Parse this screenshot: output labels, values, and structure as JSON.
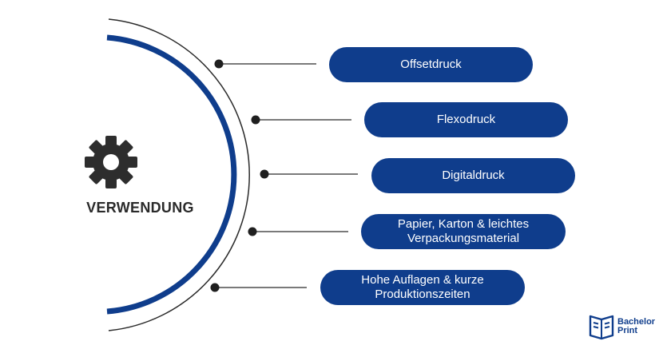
{
  "diagram": {
    "center_label": "VERWENDUNG",
    "center_icon": "gear-icon",
    "items": [
      {
        "label": "Offsetdruck"
      },
      {
        "label": "Flexodruck"
      },
      {
        "label": "Digitaldruck"
      },
      {
        "label": "Papier, Karton & leichtes\nVerpackungsmaterial"
      },
      {
        "label": "Hohe Auflagen & kurze\nProduktionszeiten"
      }
    ]
  },
  "brand": {
    "name_line1": "Bachelor",
    "name_line2": "Print",
    "icon": "book-logo-icon"
  },
  "colors": {
    "accent": "#0f3d8c",
    "lines": "#2a2a2a",
    "gear": "#2d2d2d"
  }
}
